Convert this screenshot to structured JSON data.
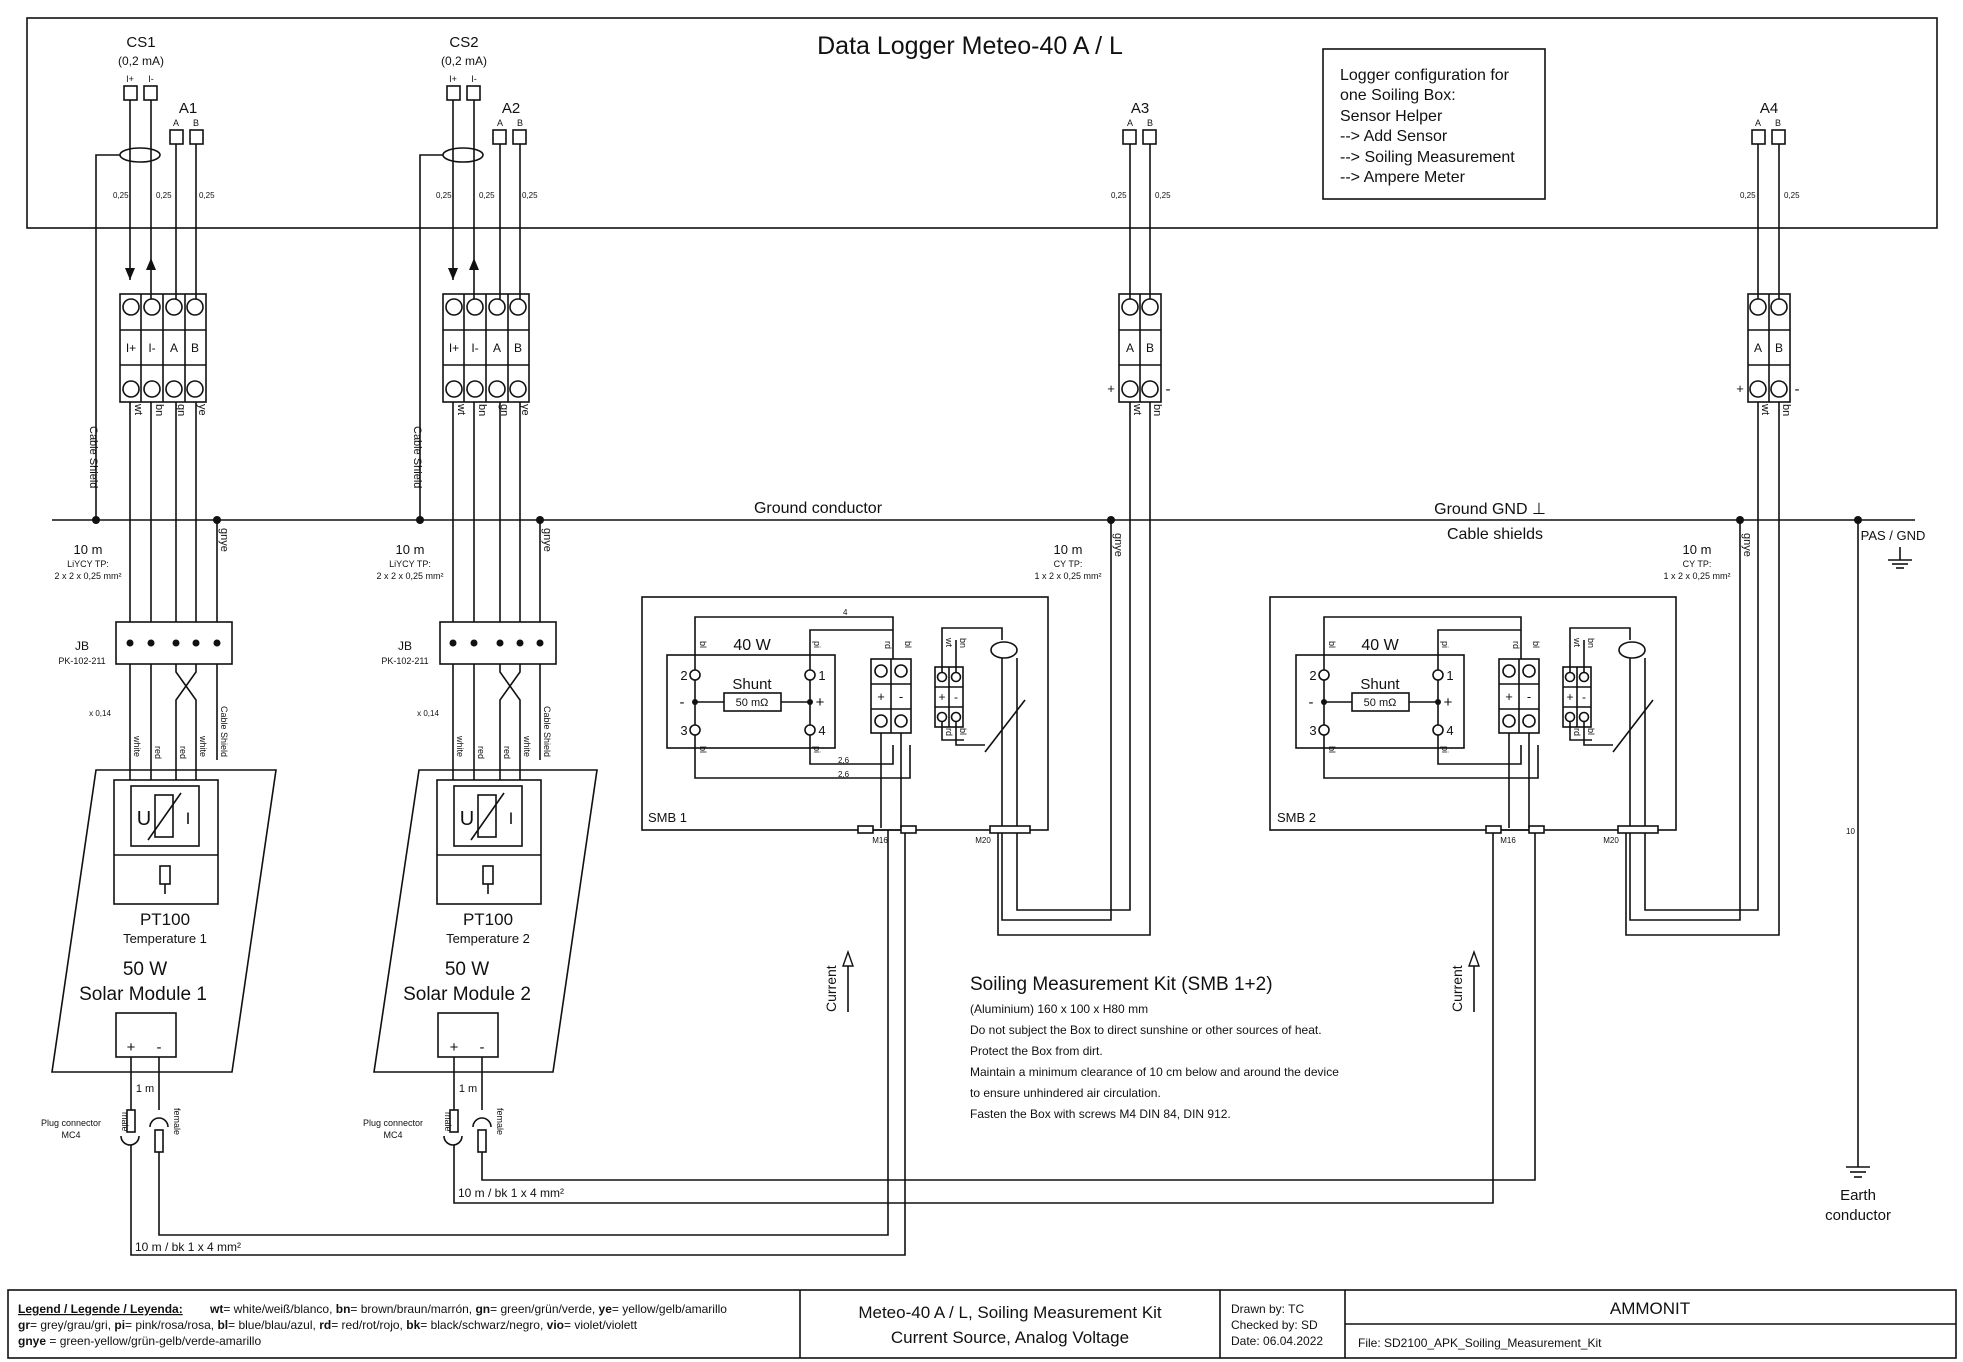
{
  "header": {
    "title": "Data Logger Meteo-40 A / L",
    "channels": [
      {
        "name": "CS1",
        "current": "(0,2 mA)",
        "pins": [
          "I+",
          "I-"
        ]
      },
      {
        "name": "A1",
        "pins": [
          "A",
          "B"
        ]
      },
      {
        "name": "CS2",
        "current": "(0,2 mA)",
        "pins": [
          "I+",
          "I-"
        ]
      },
      {
        "name": "A2",
        "pins": [
          "A",
          "B"
        ]
      },
      {
        "name": "A3",
        "pins": [
          "A",
          "B"
        ]
      },
      {
        "name": "A4",
        "pins": [
          "A",
          "B"
        ]
      }
    ],
    "wire_size": "0,25"
  },
  "config_box": {
    "lines": [
      "Logger configuration for",
      "one Soiling Box:",
      "Sensor Helper",
      "--> Add Sensor",
      "--> Soiling Measurement",
      "--> Ampere Meter"
    ]
  },
  "terminals": {
    "current_labels": [
      "I+",
      "I-"
    ],
    "analog_labels": [
      "A",
      "B"
    ],
    "wire_colors_4": [
      "wt",
      "bn",
      "gn",
      "ye"
    ],
    "wire_colors_2": [
      "wt",
      "bn"
    ],
    "plus": "+",
    "minus": "-"
  },
  "ground": {
    "conductor_label": "Ground conductor",
    "gnd_label": "Ground GND ⊥",
    "shields_label": "Cable shields",
    "pas_label": "PAS / GND",
    "cable_shield": "Cable Shield",
    "gnye": "gnye",
    "earth_label_1": "Earth",
    "earth_label_2": "conductor",
    "earth_wire": "10"
  },
  "cables": {
    "length": "10 m",
    "liycy": "LiYCY TP:",
    "liycy_spec": "2 x 2 x 0,25 mm²",
    "cy": "CY TP:",
    "cy_spec": "1 x 2 x 0,25 mm²",
    "jb": "JB",
    "jb_type": "PK-102-211",
    "x014": "x 0,14",
    "sensor_wires": [
      "white",
      "red",
      "red",
      "white"
    ],
    "wire_26": "2,6",
    "wire_4": "4"
  },
  "modules": [
    {
      "sensor": "PT100",
      "temp": "Temperature 1",
      "power": "50 W",
      "name": "Solar Module 1"
    },
    {
      "sensor": "PT100",
      "temp": "Temperature 2",
      "power": "50 W",
      "name": "Solar Module 2"
    }
  ],
  "module_parts": {
    "u": "U",
    "i": "I",
    "plug_1": "Plug connector",
    "plug_2": "MC4",
    "male": "male",
    "female": "female",
    "lead_1m": "1 m",
    "cable_bk": "10 m / bk 1 x 4 mm²"
  },
  "smb": {
    "boxes": [
      "SMB 1",
      "SMB 2"
    ],
    "power": "40 W",
    "shunt": "Shunt",
    "shunt_value": "50 mΩ",
    "pins": [
      "2",
      "1",
      "3",
      "4"
    ],
    "wire_bl": "bl",
    "wire_pi": "pi",
    "wire_rd": "rd",
    "wire_wt": "wt",
    "wire_bn": "bn",
    "gland_m16": "M16",
    "gland_m20": "M20",
    "current": "Current"
  },
  "kit": {
    "title": "Soiling Measurement Kit (SMB 1+2)",
    "lines": [
      "(Aluminium) 160 x 100 x H80 mm",
      "Do not subject the Box to direct sunshine or other sources of heat.",
      "Protect the Box from dirt.",
      "Maintain a minimum clearance of 10 cm below and around the device",
      "to ensure unhindered air circulation.",
      "Fasten the Box with screws M4 DIN 84, DIN 912."
    ]
  },
  "footer": {
    "legend_title": "Legend / Legende / Leyenda:",
    "legend_rows": [
      [
        {
          "k": "wt",
          "v": "= white/weiß/blanco, "
        },
        {
          "k": "bn",
          "v": "= brown/braun/marrón, "
        },
        {
          "k": "gn",
          "v": "= green/grün/verde, "
        },
        {
          "k": "ye",
          "v": "= yellow/gelb/amarillo"
        }
      ],
      [
        {
          "k": "gr",
          "v": "= grey/grau/gri, "
        },
        {
          "k": "pi",
          "v": "= pink/rosa/rosa, "
        },
        {
          "k": "bl",
          "v": "= blue/blau/azul, "
        },
        {
          "k": "rd",
          "v": "= red/rot/rojo, "
        },
        {
          "k": "bk",
          "v": "= black/schwarz/negro, "
        },
        {
          "k": "vio",
          "v": "= violet/violett"
        }
      ],
      [
        {
          "k": "gnye",
          "v": " = green-yellow/grün-gelb/verde-amarillo"
        }
      ]
    ],
    "title_1": "Meteo-40 A / L, Soiling Measurement Kit",
    "title_2": "Current Source, Analog Voltage",
    "drawn_by": "Drawn by: TC",
    "checked_by": "Checked by: SD",
    "date": "Date: 06.04.2022",
    "company": "AMMONIT",
    "file": "File: SD2100_APK_Soiling_Measurement_Kit"
  }
}
